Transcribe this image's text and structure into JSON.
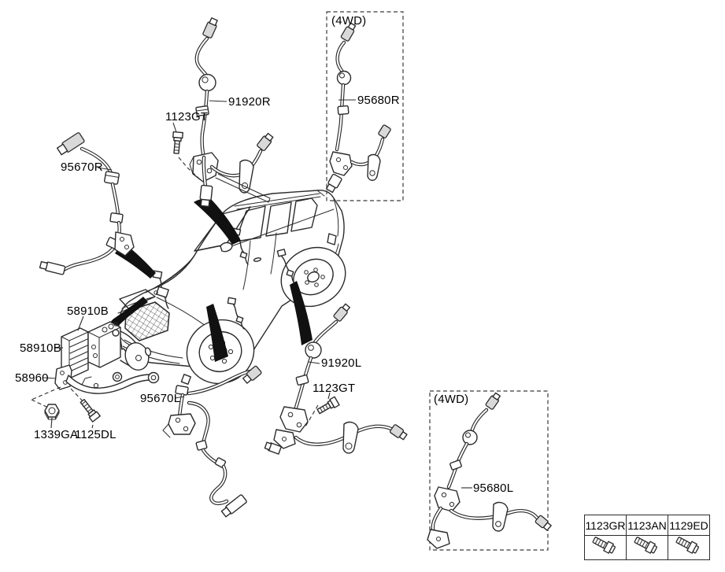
{
  "diagram": {
    "type": "vehicle-parts-diagram",
    "subject": "Hydraulic module and wheel speed sensors",
    "background": "#ffffff",
    "line_color": "#2b2b2b"
  },
  "labels": {
    "awd_top": "(4WD)",
    "awd_bottom": "(4WD)",
    "sensor_95680R": "95680R",
    "sensor_91920R": "91920R",
    "bolt_1123GT_top": "1123GT",
    "sensor_95670R": "95670R",
    "abs_58910B_top": "58910B",
    "abs_58910B_side": "58910B",
    "bracket_58960": "58960",
    "nut_1339GA": "1339GA",
    "bolt_1125DL": "1125DL",
    "sensor_95670L": "95670L",
    "sensor_91920L": "91920L",
    "bolt_1123GT_bottom": "1123GT",
    "sensor_95680L": "95680L"
  },
  "fastener_table": {
    "columns": [
      {
        "part_no": "1123GR",
        "icon": "bolt-icon"
      },
      {
        "part_no": "1123AN",
        "icon": "bolt-icon"
      },
      {
        "part_no": "1129ED",
        "icon": "bolt-icon"
      }
    ]
  }
}
